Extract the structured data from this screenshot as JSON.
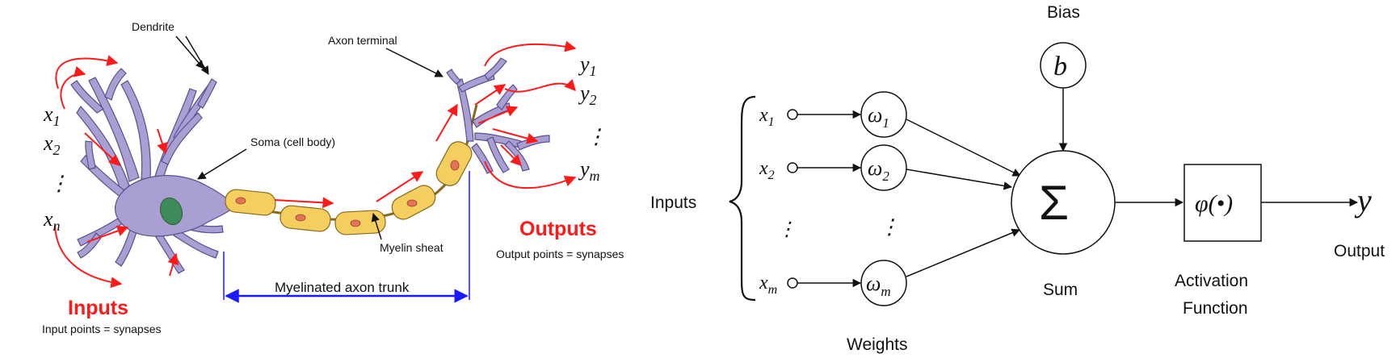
{
  "neuron": {
    "labels": {
      "dendrite": "Dendrite",
      "axon_terminal": "Axon terminal",
      "soma": "Soma (cell body)",
      "myelin": "Myelin sheat",
      "trunk": "Myelinated axon trunk"
    },
    "inputs_title": "Inputs",
    "inputs_sub": "Input points = synapses",
    "outputs_title": "Outputs",
    "outputs_sub": "Output points = synapses",
    "x_inputs": [
      {
        "base": "x",
        "sub": "1"
      },
      {
        "base": "x",
        "sub": "2"
      },
      {
        "base": "⋮",
        "sub": ""
      },
      {
        "base": "x",
        "sub": "n"
      }
    ],
    "y_outputs": [
      {
        "base": "y",
        "sub": "1"
      },
      {
        "base": "y",
        "sub": "2"
      },
      {
        "base": "⋮",
        "sub": ""
      },
      {
        "base": "y",
        "sub": "m"
      }
    ],
    "colors": {
      "cell": "#a99fd2",
      "cell_outline": "#5b4f8f",
      "nucleus": "#3f8a5a",
      "myelin": "#f4cf5f",
      "myelin_outline": "#8a6a1a",
      "node": "#e57357",
      "arrow_red": "#ff1a1a",
      "arrow_blue": "#1a1aff"
    }
  },
  "perceptron": {
    "bias_title": "Bias",
    "bias_symbol": "b",
    "inputs_label": "Inputs",
    "inputs": [
      {
        "base": "x",
        "sub": "1"
      },
      {
        "base": "x",
        "sub": "2"
      },
      {
        "base": "⋮",
        "sub": ""
      },
      {
        "base": "x",
        "sub": "m"
      }
    ],
    "weights": [
      {
        "base": "ω",
        "sub": "1"
      },
      {
        "base": "ω",
        "sub": "2"
      },
      {
        "base": "⋮",
        "sub": ""
      },
      {
        "base": "ω",
        "sub": "m"
      }
    ],
    "weights_label": "Weights",
    "sum_symbol": "Σ",
    "sum_label": "Sum",
    "activation_symbol": "φ(•)",
    "activation_label_1": "Activation",
    "activation_label_2": "Function",
    "output_symbol": "y",
    "output_label": "Output"
  }
}
